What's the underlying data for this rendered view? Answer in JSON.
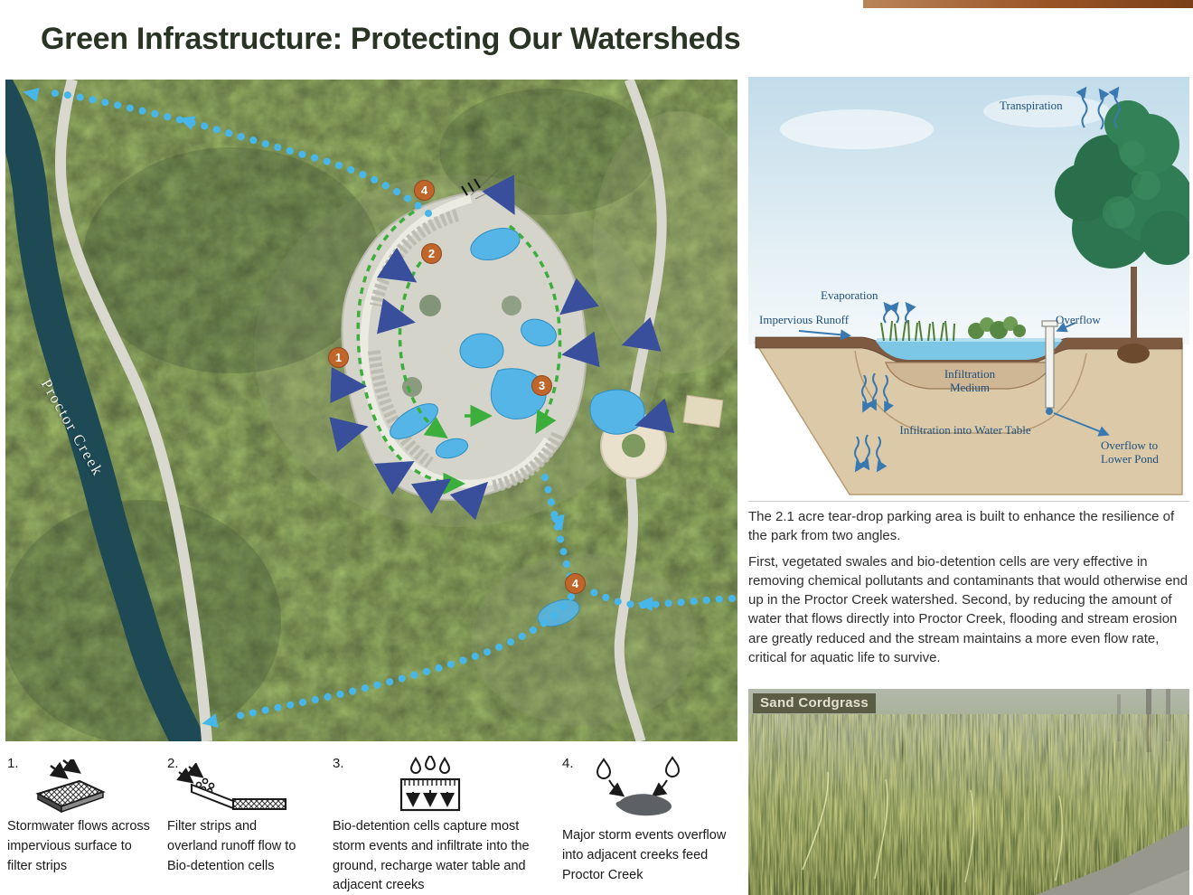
{
  "page": {
    "title": "Green Infrastructure: Protecting Our Watersheds"
  },
  "map": {
    "creek_label": "Proctor Creek",
    "markers": [
      {
        "n": "4"
      },
      {
        "n": "2"
      },
      {
        "n": "1"
      },
      {
        "n": "3"
      },
      {
        "n": "4"
      }
    ]
  },
  "cross_section": {
    "labels": {
      "transpiration": "Transpiration",
      "evaporation": "Evaporation",
      "impervious_runoff": "Impervious Runoff",
      "overflow": "Overflow",
      "infiltration_medium": "Infiltration Medium",
      "infiltration_water_table": "Infiltration into Water Table",
      "overflow_lower_pond": "Overflow to Lower Pond"
    }
  },
  "description": {
    "para1": "The 2.1 acre tear-drop parking area is built to enhance the resilience of the park from two angles.",
    "para2": "First, vegetated swales and bio-detention cells are very effective in removing chemical pollutants and contaminants that would otherwise end up in the Proctor Creek watershed. Second, by reducing the amount of water that flows directly into Proctor Creek, flooding and stream erosion are greatly reduced and the stream maintains a more even flow rate, critical for aquatic life to survive."
  },
  "photo": {
    "caption": "Sand Cordgrass"
  },
  "legend": {
    "items": [
      {
        "number": "1.",
        "text": "Stormwater flows across impervious surface to filter strips"
      },
      {
        "number": "2.",
        "text": "Filter strips and overland runoff flow to Bio-detention cells"
      },
      {
        "number": "3.",
        "text": "Bio-detention cells capture most storm events and infiltrate into the ground, recharge water table and adjacent creeks"
      },
      {
        "number": "4.",
        "text": "Major storm events overflow into adjacent creeks feed Proctor Creek"
      }
    ]
  },
  "colors": {
    "flow_arrow_blue": "#47b7e9",
    "swale_green": "#3cae3c",
    "runoff_navy": "#3a4f9c",
    "marker_orange": "#c0662a",
    "creek_teal": "#1d4a55",
    "diagram_label_blue": "#1e4f7d"
  }
}
